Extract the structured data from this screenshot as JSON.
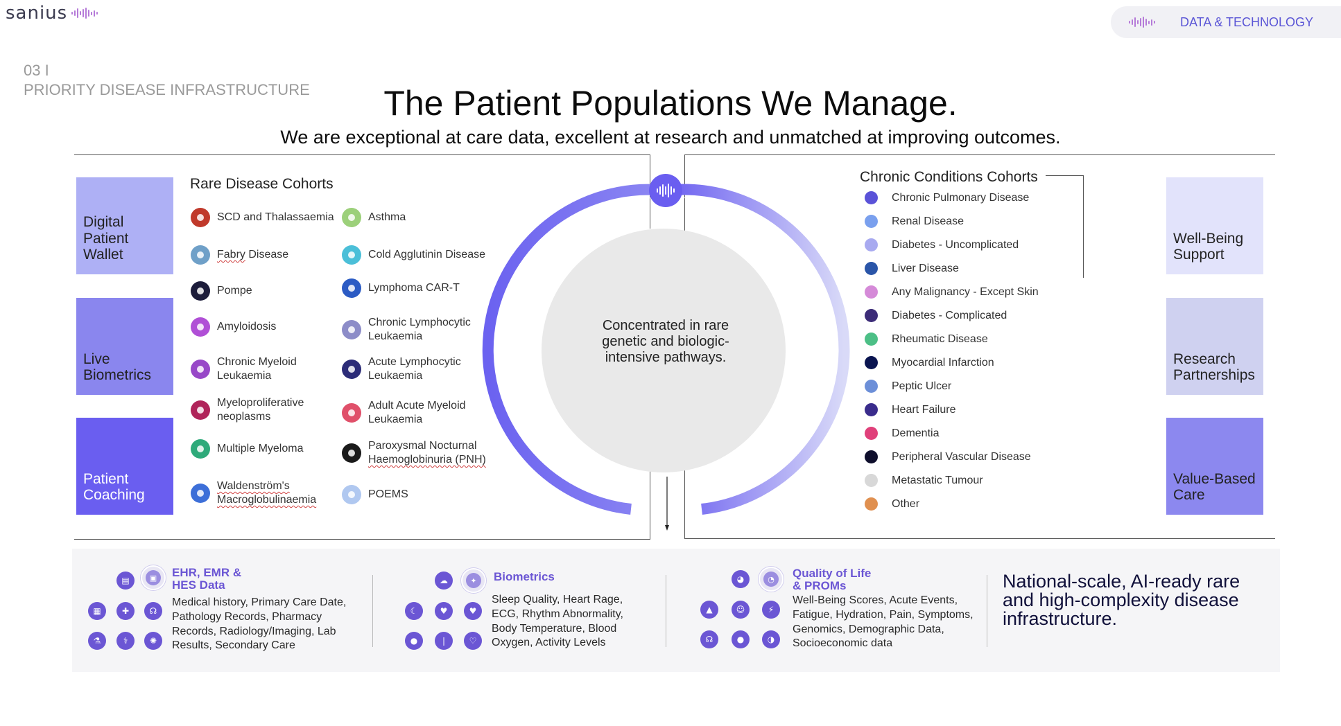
{
  "brand": {
    "logo_text": "sanius",
    "accent": "#6b56d4"
  },
  "header": {
    "section_label": "DATA & TECHNOLOGY"
  },
  "section": {
    "number": "03 I",
    "title": "PRIORITY DISEASE INFRASTRUCTURE"
  },
  "title": "The Patient Populations We Manage.",
  "subtitle": "We are exceptional at care data, excellent at research and unmatched at improving outcomes.",
  "left_tiles": [
    {
      "line1": "Digital Patient",
      "line2": "Wallet",
      "color": "#aeb0f5",
      "text_color": "#222222"
    },
    {
      "line1": "Live",
      "line2": "Biometrics",
      "color": "#8a86ee",
      "text_color": "#222222"
    },
    {
      "line1": "Patient",
      "line2": "Coaching",
      "color": "#6a5ef0",
      "text_color": "#ffffff"
    }
  ],
  "right_tiles": [
    {
      "line1": "Well-Being",
      "line2": "Support",
      "color": "#e2e3fb",
      "text_color": "#222222"
    },
    {
      "line1": "Research",
      "line2": "Partnerships",
      "color": "#cfd1f0",
      "text_color": "#222222"
    },
    {
      "line1": "Value-Based",
      "line2": "Care",
      "color": "#8c88ef",
      "text_color": "#222222"
    }
  ],
  "rare": {
    "title": "Rare Disease Cohorts",
    "col1": [
      {
        "line1": "SCD and Thalassaemia",
        "line2": "",
        "icon": "red-cells-icon",
        "color": "#c0392b"
      },
      {
        "line1": "Fabry Disease",
        "line2": "",
        "icon": "link-icon",
        "color": "#6fa0c8"
      },
      {
        "line1": "Pompe",
        "line2": "",
        "icon": "spiral-icon",
        "color": "#1c1c3a"
      },
      {
        "line1": "Amyloidosis",
        "line2": "",
        "icon": "curl-icon",
        "color": "#b04fd6"
      },
      {
        "line1": "Chronic Myeloid",
        "line2": "Leukaemia",
        "icon": "ring-icon",
        "color": "#9848c8"
      },
      {
        "line1": "Myeloproliferative",
        "line2": "neoplasms",
        "icon": "triangle-icon",
        "color": "#b0245a"
      },
      {
        "line1": "Multiple Myeloma",
        "line2": "",
        "icon": "dna-icon",
        "color": "#2eaa7a"
      },
      {
        "line1": "Waldenström's",
        "line2": "Macroglobulinaemia",
        "icon": "molecule-icon",
        "color": "#3d6fd8"
      }
    ],
    "col2": [
      {
        "line1": "Asthma",
        "line2": "",
        "icon": "wind-icon",
        "color": "#9cd07a"
      },
      {
        "line1": "Cold Agglutinin Disease",
        "line2": "",
        "icon": "snowflake-icon",
        "color": "#4bbfd8"
      },
      {
        "line1": "Lymphoma CAR-T",
        "line2": "",
        "icon": "y-antibody-icon",
        "color": "#2b5bc4"
      },
      {
        "line1": "Chronic Lymphocytic",
        "line2": "Leukaemia",
        "icon": "cell-icon",
        "color": "#8c8cc8"
      },
      {
        "line1": "Acute Lymphocytic",
        "line2": "Leukaemia",
        "icon": "cluster-icon",
        "color": "#2c2c78"
      },
      {
        "line1": "Adult Acute Myeloid",
        "line2": "Leukaemia",
        "icon": "target-icon",
        "color": "#e0506a"
      },
      {
        "line1": "Paroxysmal Nocturnal",
        "line2": "Haemoglobinuria (PNH)",
        "icon": "globe-icon",
        "color": "#1a1a1a"
      },
      {
        "line1": "POEMS",
        "line2": "",
        "icon": "drop-icon",
        "color": "#b0c8f0"
      }
    ]
  },
  "center": {
    "line1": "Concentrated in rare",
    "line2": "genetic and biologic-",
    "line3": "intensive pathways."
  },
  "chronic": {
    "title": "Chronic Conditions Cohorts",
    "items": [
      {
        "label": "Chronic Pulmonary Disease",
        "color": "#5a52d8"
      },
      {
        "label": "Renal Disease",
        "color": "#7aa0ee"
      },
      {
        "label": "Diabetes - Uncomplicated",
        "color": "#a8aaf0"
      },
      {
        "label": "Liver Disease",
        "color": "#2a55a8"
      },
      {
        "label": "Any Malignancy - Except Skin",
        "color": "#d58ad8"
      },
      {
        "label": "Diabetes - Complicated",
        "color": "#3c2c78"
      },
      {
        "label": "Rheumatic Disease",
        "color": "#4cbf86"
      },
      {
        "label": "Myocardial Infarction",
        "color": "#0a1450"
      },
      {
        "label": "Peptic Ulcer",
        "color": "#6c8fd8"
      },
      {
        "label": "Heart Failure",
        "color": "#3a2c8c"
      },
      {
        "label": "Dementia",
        "color": "#e0407a"
      },
      {
        "label": "Peripheral Vascular Disease",
        "color": "#0e0e2c"
      },
      {
        "label": "Metastatic Tumour",
        "color": "#d8d8d8"
      },
      {
        "label": "Other",
        "color": "#e09050"
      }
    ]
  },
  "data_sources": [
    {
      "title_l1": "EHR, EMR &",
      "title_l2": "HES Data",
      "text": [
        "Medical history, Primary Care Date,",
        "Pathology Records, Pharmacy",
        "Records, Radiology/Imaging, Lab",
        "Results, Secondary Care"
      ]
    },
    {
      "title_l1": "Biometrics",
      "title_l2": "",
      "text": [
        "Sleep Quality, Heart Rage,",
        "ECG, Rhythm Abnormality,",
        "Body Temperature, Blood",
        "Oxygen, Activity Levels"
      ]
    },
    {
      "title_l1": "Quality of Life",
      "title_l2": "& PROMs",
      "text": [
        "Well-Being Scores, Acute Events,",
        "Fatigue, Hydration, Pain, Symptoms,",
        "Genomics, Demographic Data,",
        "Socioeconomic data"
      ]
    }
  ],
  "tagline": {
    "line1": "National-scale, AI-ready rare",
    "line2": "and high-complexity disease",
    "line3": "infrastructure."
  },
  "icons": {
    "ehr": [
      "book-icon",
      "document-icon",
      "medkit-icon",
      "stethoscope-icon",
      "flask-icon",
      "syringe-icon",
      "virus-icon",
      "folder-icon"
    ],
    "bio": [
      "cloud-icon",
      "sleep-icon",
      "heart-monitor-icon",
      "heart-icon",
      "drop-icon",
      "thermometer-icon",
      "pulse-icon",
      "bulb-icon"
    ],
    "qol": [
      "head-icon",
      "warning-icon",
      "person-icon",
      "bolt-icon",
      "stethoscope-icon",
      "drop-icon",
      "brain-icon",
      "mind-icon"
    ]
  }
}
